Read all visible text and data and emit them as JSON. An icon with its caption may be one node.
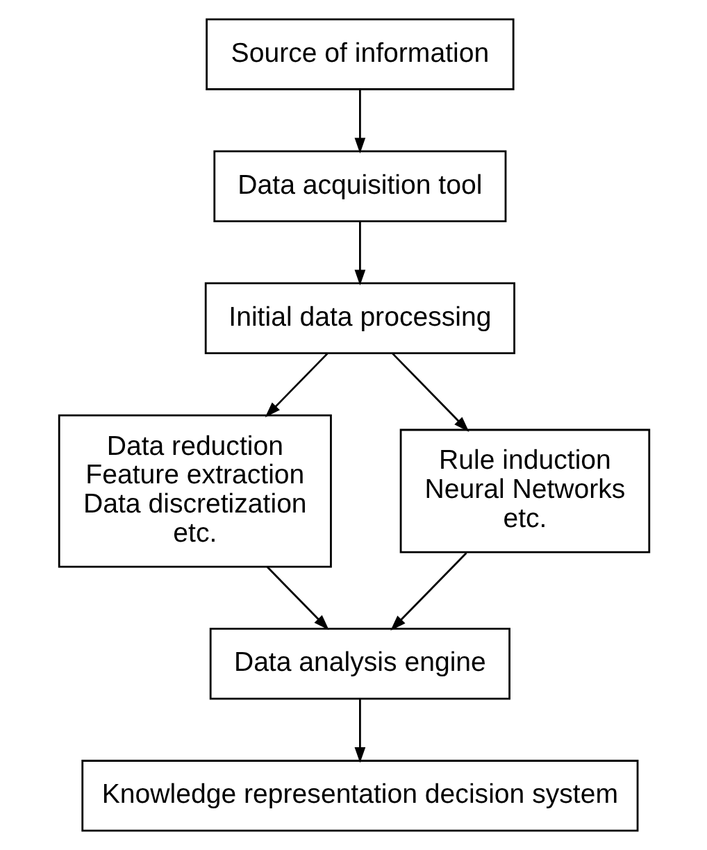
{
  "diagram": {
    "nodes": [
      {
        "text": [
          "Source of information"
        ]
      },
      {
        "text": [
          "Data acquisition tool"
        ]
      },
      {
        "text": [
          "Initial data processing"
        ]
      },
      {
        "text": [
          "Data reduction",
          "Feature extraction",
          "Data discretization",
          "etc."
        ]
      },
      {
        "text": [
          "Rule induction",
          "Neural Networks",
          "etc."
        ]
      },
      {
        "text": [
          "Data analysis engine"
        ]
      },
      {
        "text": [
          "Knowledge representation decision system"
        ]
      }
    ],
    "edges": [
      {
        "from": 0,
        "to": 1,
        "arrow": "to"
      },
      {
        "from": 1,
        "to": 2,
        "arrow": "to"
      },
      {
        "from": 2,
        "to": 3,
        "arrow": "to"
      },
      {
        "from": 2,
        "to": 4,
        "arrow": "to"
      },
      {
        "from": 3,
        "to": 5,
        "arrow": "to"
      },
      {
        "from": 4,
        "to": 5,
        "arrow": "to"
      },
      {
        "from": 5,
        "to": 6,
        "arrow": "to"
      }
    ]
  }
}
